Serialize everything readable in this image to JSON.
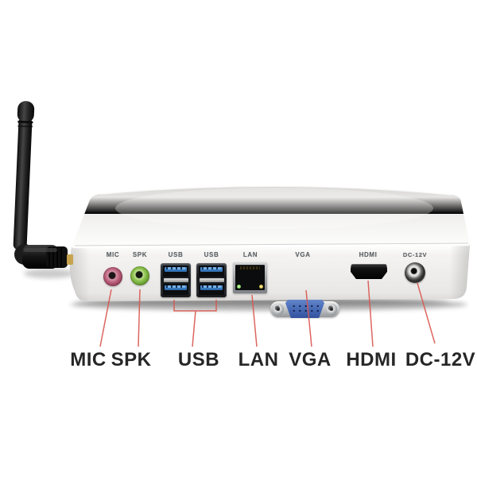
{
  "panel_labels": {
    "mic": "MIC",
    "spk": "SPK",
    "usb1": "USB",
    "usb2": "USB",
    "lan": "LAN",
    "vga": "VGA",
    "hdmi": "HDMI",
    "dc": "DC-12V"
  },
  "callout_labels": {
    "mic": "MIC",
    "spk": "SPK",
    "usb": "USB",
    "lan": "LAN",
    "vga": "VGA",
    "hdmi": "HDMI",
    "dc": "DC-12V"
  },
  "colors": {
    "background": "#ffffff",
    "leader_line": "#d9564f",
    "callout_text": "#262626",
    "panel_text": "#5c6165",
    "device_body": "#f0efed",
    "antenna_black": "#1b1b1b",
    "mic_jack_ring": "#b65d79",
    "spk_jack_ring": "#7fba4a",
    "usb_tongue_blue": "#3b7fc4",
    "vga_connector_blue": "#4a6db8",
    "lan_led_green": "#6cc24a",
    "lan_led_amber": "#c9a71f"
  }
}
